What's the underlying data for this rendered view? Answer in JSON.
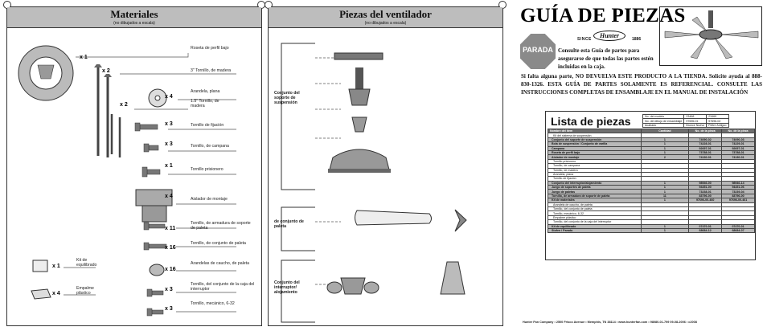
{
  "materiales": {
    "title": "Materiales",
    "subtitle": "(no dibujados a escala)",
    "items": [
      {
        "label": "Roseta de perfil bajo",
        "qty": "x 1"
      },
      {
        "label": "3\" Tornillo, de madera",
        "qty": "x 2"
      },
      {
        "label": "Arandela, plana",
        "qty": "x 4"
      },
      {
        "label": "1.5\" Tornillo, de madera",
        "qty": "x 2"
      },
      {
        "label": "Tornillo de fijación",
        "qty": "x 3"
      },
      {
        "label": "Tornillo, de campana",
        "qty": "x 3"
      },
      {
        "label": "Tornillo prisionero",
        "qty": "x 1"
      },
      {
        "label": "Aislador de montaje",
        "qty": "x 4"
      },
      {
        "label": "Tornillo, de armadura de soporte de paleta",
        "qty": "x 11"
      },
      {
        "label": "Tornillo, de conjunto de paleta",
        "qty": "x 16"
      },
      {
        "label": "Arandelas de caucho, de paleta",
        "qty": "x 16"
      },
      {
        "label": "Tornillo, del conjunto de la caja del interruptor",
        "qty": "x 3"
      },
      {
        "label": "Tornillo, mecánico, 6-32",
        "qty": "x 3"
      },
      {
        "label": "Kit de equilibrado",
        "qty": "x 1"
      },
      {
        "label": "Empalme plástico",
        "qty": "x 4"
      }
    ]
  },
  "piezas": {
    "title": "Piezas del ventilador",
    "subtitle": "(no dibujados a escala)",
    "groups": [
      "Conjunto del soporte de suspensión",
      "de conjunto de paleta",
      "Conjunto del interruptor/ alojamiento"
    ]
  },
  "guia": {
    "title": "GUÍA DE PIEZAS",
    "stop": "PARADA",
    "since": "SINCE",
    "year": "1886",
    "brand": "Hunter",
    "intro": "Consulte esta Guía de partes para asegurarse de que todas las partes estén incluidas en la caja.",
    "warning": "Si falta alguna parte, NO DEVUELVA ESTE PRODUCTO A LA TIENDA. Solicite ayuda al 888-830-1326. ESTA GUÍA DE PARTES SOLAMENTE ES REFERENCIAL. CONSULTE LAS INSTRUCCIONES COMPLETAS DE ENSAMBLAJE EN EL MANUAL DE INSTALACIÓN"
  },
  "lista": {
    "title": "Lista de piezas",
    "header_rows": [
      [
        "No. del modelo",
        "23468",
        "23469"
      ],
      [
        "No. del dibujo de ensamblaje",
        "97696-01",
        "97696-02"
      ],
      [
        "Acabado",
        "Bronce Nuevo",
        "Peltre Antiguo"
      ]
    ],
    "columns": [
      "Nombre del item",
      "Cantidad",
      "No. de la pieza",
      "No. de la pieza"
    ],
    "rows": [
      {
        "type": "w",
        "cells": [
          "Kit del sistema de suspensión",
          "",
          "",
          ""
        ]
      },
      {
        "type": "g",
        "cells": [
          "Conjunto del soporte de suspensión",
          "1",
          "74090-02",
          "74090-03"
        ]
      },
      {
        "type": "g",
        "cells": [
          "Bola de suspensión / Conjunto de varilla",
          "1",
          "74228-01",
          "74229-01"
        ]
      },
      {
        "type": "g",
        "cells": [
          "Campana",
          "1",
          "92697-01",
          "92697-01"
        ]
      },
      {
        "type": "g",
        "cells": [
          "Roseta de perfil bajo",
          "1",
          "73788-01",
          "73788-01"
        ]
      },
      {
        "type": "g",
        "cells": [
          "Aislador de montaje",
          "2",
          "74130-01",
          "74130-01"
        ]
      },
      {
        "type": "w",
        "cells": [
          "Tornillo prisionero",
          "",
          "",
          ""
        ]
      },
      {
        "type": "w",
        "cells": [
          "Tornillo, de campana",
          "",
          "",
          ""
        ]
      },
      {
        "type": "w",
        "cells": [
          "Tornillo, de madera",
          "",
          "",
          ""
        ]
      },
      {
        "type": "w",
        "cells": [
          "Arandela, plana",
          "",
          "",
          ""
        ]
      },
      {
        "type": "w",
        "cells": [
          "Tornillo de fijación",
          "",
          "",
          ""
        ]
      },
      {
        "type": "g",
        "cells": [
          "Conjunto del interruptor/alojamiento",
          "1",
          "98946-00",
          "98946-14"
        ]
      },
      {
        "type": "g",
        "cells": [
          "Juego de soportes de paleta",
          "1",
          "94451-00",
          "94451-06"
        ]
      },
      {
        "type": "g",
        "cells": [
          "Juego de paletas",
          "1",
          "73238-01",
          "73239-04"
        ]
      },
      {
        "type": "g",
        "cells": [
          "Tornillo, de armadura de soporte de paleta",
          "11",
          "83796-00",
          "83796-00"
        ]
      },
      {
        "type": "g",
        "cells": [
          "Kit de materiales",
          "1",
          "97696-00-460",
          "97696-00-461"
        ]
      },
      {
        "type": "w",
        "cells": [
          "Arandela de caucho, de paleta",
          "",
          "",
          ""
        ]
      },
      {
        "type": "w",
        "cells": [
          "Tornillo, del conjunto de paleta",
          "",
          "",
          ""
        ]
      },
      {
        "type": "w",
        "cells": [
          "Tornillo, mecánico, 6-32",
          "",
          "",
          ""
        ]
      },
      {
        "type": "w",
        "cells": [
          "Empalme plástico",
          "",
          "",
          ""
        ]
      },
      {
        "type": "w",
        "cells": [
          "Tornillo, del conjunto de la caja del interruptor",
          "",
          "",
          ""
        ]
      },
      {
        "type": "g",
        "cells": [
          "Kit de equilibrado",
          "1",
          "07470-01",
          "07470-01"
        ]
      },
      {
        "type": "g",
        "cells": [
          "Stofen / Parada",
          "1",
          "68684-12",
          "68684-07"
        ]
      }
    ]
  },
  "footer": "Hunter Fan Company  •  2500 Frisco Avenue  •  Memphis, TN 38114  •  www.hunterfan.com  •  98080-01-799  09-08-2006  •  c2008"
}
